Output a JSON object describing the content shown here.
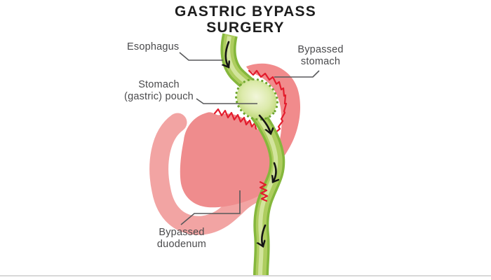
{
  "title": {
    "line1": "GASTRIC BYPASS",
    "line2": "SURGERY"
  },
  "annotations": {
    "esophagus": {
      "lines": [
        "Esophagus"
      ]
    },
    "bypassed_stomach": {
      "lines": [
        "Bypassed",
        "stomach"
      ]
    },
    "gastric_pouch": {
      "lines": [
        "Stomach",
        "(gastric) pouch"
      ]
    },
    "bypassed_duodenum": {
      "lines": [
        "Bypassed",
        "duodenum"
      ]
    }
  },
  "colors": {
    "background": "#ffffff",
    "stomach_pink": "#ef8c8d",
    "duodenum_pink": "#f2a4a3",
    "crescent_pink": "#f18b8c",
    "staple_red": "#e31c2d",
    "tube_green_dark": "#85b73c",
    "tube_green_mid": "#aecd5f",
    "tube_green_light": "#d2e49c",
    "pouch_fill_light": "#f2f6da",
    "pouch_fill_edge": "#b7d36c",
    "suture_green": "#6fa62f",
    "label_text": "#4a4a4c",
    "leader_line": "#58595b",
    "title_text": "#1d1d1d",
    "baseline_gray": "#d8d8d8",
    "arrow_black": "#141414"
  }
}
